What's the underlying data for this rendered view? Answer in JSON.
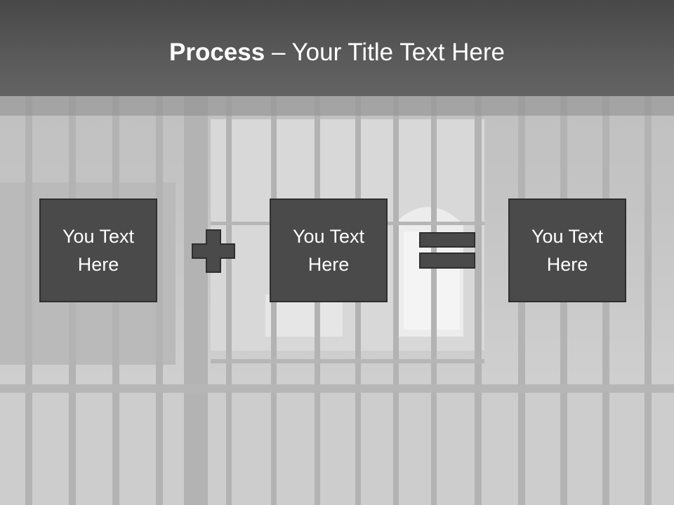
{
  "header": {
    "title_bold": "Process",
    "title_rest": " – Your Title Text Here"
  },
  "process": {
    "boxes": [
      {
        "label": "You Text Here"
      },
      {
        "label": "You Text Here"
      },
      {
        "label": "You Text Here"
      }
    ],
    "operators": [
      "plus-icon",
      "equals-icon"
    ]
  },
  "colors": {
    "header_bg": "#555555",
    "box_fill": "#4a4a4a",
    "box_border": "#2e2e2e",
    "text": "#ffffff"
  }
}
